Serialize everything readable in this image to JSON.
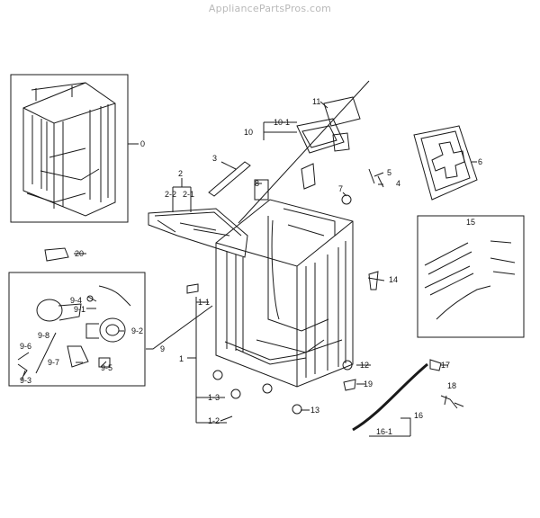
{
  "watermark": "AppliancePartsPros.com",
  "labels": {
    "c0": "0",
    "c1": "1",
    "c1_1": "1-1",
    "c1_2": "1-2",
    "c1_3": "1-3",
    "c2": "2",
    "c2_1": "2-1",
    "c2_2": "2-2",
    "c3": "3",
    "c4": "4",
    "c5": "5",
    "c6": "6",
    "c7": "7",
    "c8": "8",
    "c9": "9",
    "c9_1": "9-1",
    "c9_2": "9-2",
    "c9_3": "9-3",
    "c9_4": "9-4",
    "c9_5": "9-5",
    "c9_6": "9-6",
    "c9_7": "9-7",
    "c9_8": "9-8",
    "c10": "10",
    "c10_1": "10-1",
    "c11": "11",
    "c12": "12",
    "c13": "13",
    "c14": "14",
    "c15": "15",
    "c16": "16",
    "c16_1": "16-1",
    "c17": "17",
    "c18": "18",
    "c19": "19",
    "c20": "20"
  }
}
